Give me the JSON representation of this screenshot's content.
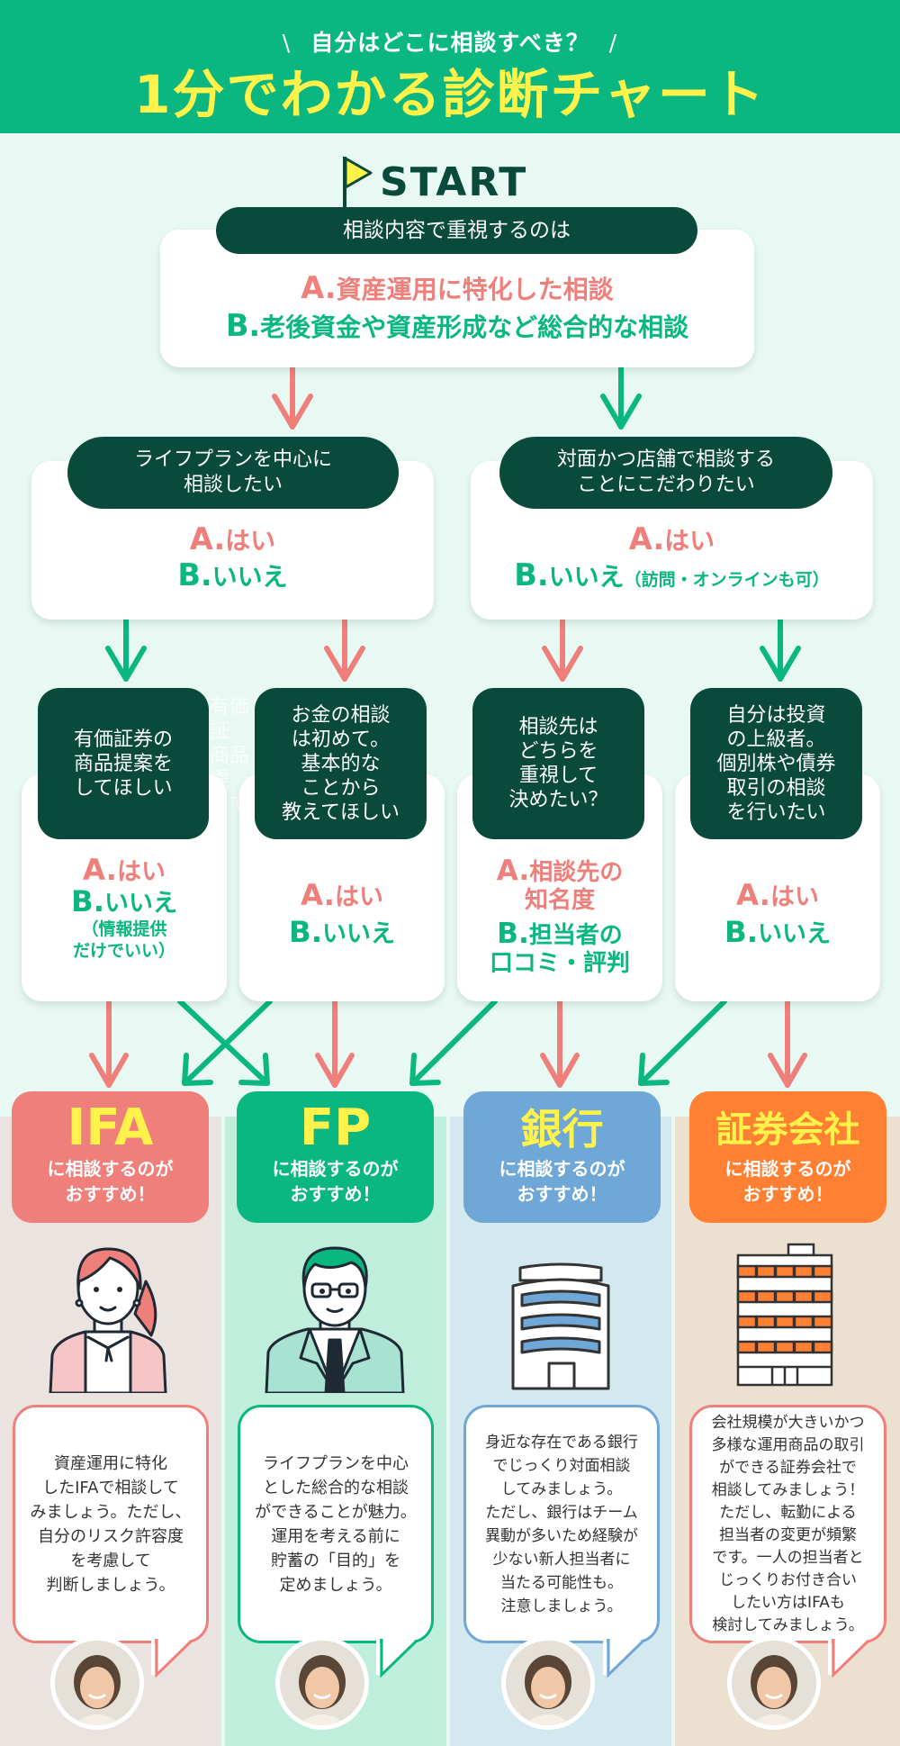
{
  "header": {
    "subtitle": "自分はどこに相談すべき？",
    "slash_left": "\\",
    "slash_right": "/",
    "title": "1分でわかる診断チャート"
  },
  "colors": {
    "header_green": "#0bb780",
    "title_yellow": "#fff24a",
    "dark_green": "#0a4a3a",
    "answer_a": "#ee7f7b",
    "answer_b": "#0bb780",
    "body_bg": "#e8f8f2",
    "ifa": "#ee7f7b",
    "fp": "#0bb780",
    "bank": "#6fa8d6",
    "securities": "#ff7f33"
  },
  "start": {
    "label": "START",
    "icon": "flag-icon"
  },
  "q1": {
    "question": "相談内容で重視するのは",
    "a_letter": "A.",
    "a_text": "資産運用に特化した相談",
    "b_letter": "B.",
    "b_text": "老後資金や資産形成など総合的な相談"
  },
  "q2_left": {
    "question": "ライフプランを中心に\n相談したい",
    "a_letter": "A.",
    "a_text": "はい",
    "b_letter": "B.",
    "b_text": "いいえ"
  },
  "q2_right": {
    "question": "対面かつ店舗で相談する\nことにこだわりたい",
    "a_letter": "A.",
    "a_text": "はい",
    "b_letter": "B.",
    "b_text": "いいえ",
    "b_note": "（訪問・オンラインも可）"
  },
  "q3": [
    {
      "question": "有価証券の\n商品提案を\nしてほしい",
      "a_letter": "A.",
      "a_text": "はい",
      "b_letter": "B.",
      "b_text": "いいえ",
      "b_note": "（情報提供\nだけでいい）"
    },
    {
      "question": "お金の相談\nは初めて。\n基本的な\nことから\n教えてほしい",
      "a_letter": "A.",
      "a_text": "はい",
      "b_letter": "B.",
      "b_text": "いいえ"
    },
    {
      "question": "相談先は\nどちらを\n重視して\n決めたい？",
      "a_letter": "A.",
      "a_text": "相談先の\n知名度",
      "b_letter": "B.",
      "b_text": "担当者の\n口コミ・評判"
    },
    {
      "question": "自分は投資\nの上級者。\n個別株や債券\n取引の相談\nを行いたい",
      "a_letter": "A.",
      "a_text": "はい",
      "b_letter": "B.",
      "b_text": "いいえ"
    }
  ],
  "ghost_text": "有価証\n商品提\nしてほ",
  "results": [
    {
      "name": "IFA",
      "line1": "に相談するのが",
      "line2": "おすすめ！",
      "illustration": "woman-advisor-illustration",
      "advice": "資産運用に特化\nしたIFAで相談して\nみましょう。ただし、\n自分のリスク許容度\nを考慮して\n判断しましょう。"
    },
    {
      "name": "FP",
      "line1": "に相談するのが",
      "line2": "おすすめ！",
      "illustration": "man-in-suit-illustration",
      "advice": "ライフプランを中心\nとした総合的な相談\nができることが魅力。\n運用を考える前に\n貯蓄の「目的」を\n定めましょう。"
    },
    {
      "name": "銀行",
      "line1": "に相談するのが",
      "line2": "おすすめ！",
      "illustration": "bank-building-illustration",
      "advice": "身近な存在である銀行\nでじっくり対面相談\nしてみましょう。\nただし、銀行はチーム\n異動が多いため経験が\n少ない新人担当者に\n当たる可能性も。\n注意しましょう。"
    },
    {
      "name": "証券会社",
      "line1": "に相談するのが",
      "line2": "おすすめ！",
      "illustration": "office-building-illustration",
      "advice": "会社規模が大きいかつ\n多様な運用商品の取引\nができる証券会社で\n相談してみましょう！\nただし、転勤による\n担当者の変更が頻繁\nです。一人の担当者と\nじっくりお付き合い\nしたい方はIFAも\n検討してみましょう。"
    }
  ]
}
